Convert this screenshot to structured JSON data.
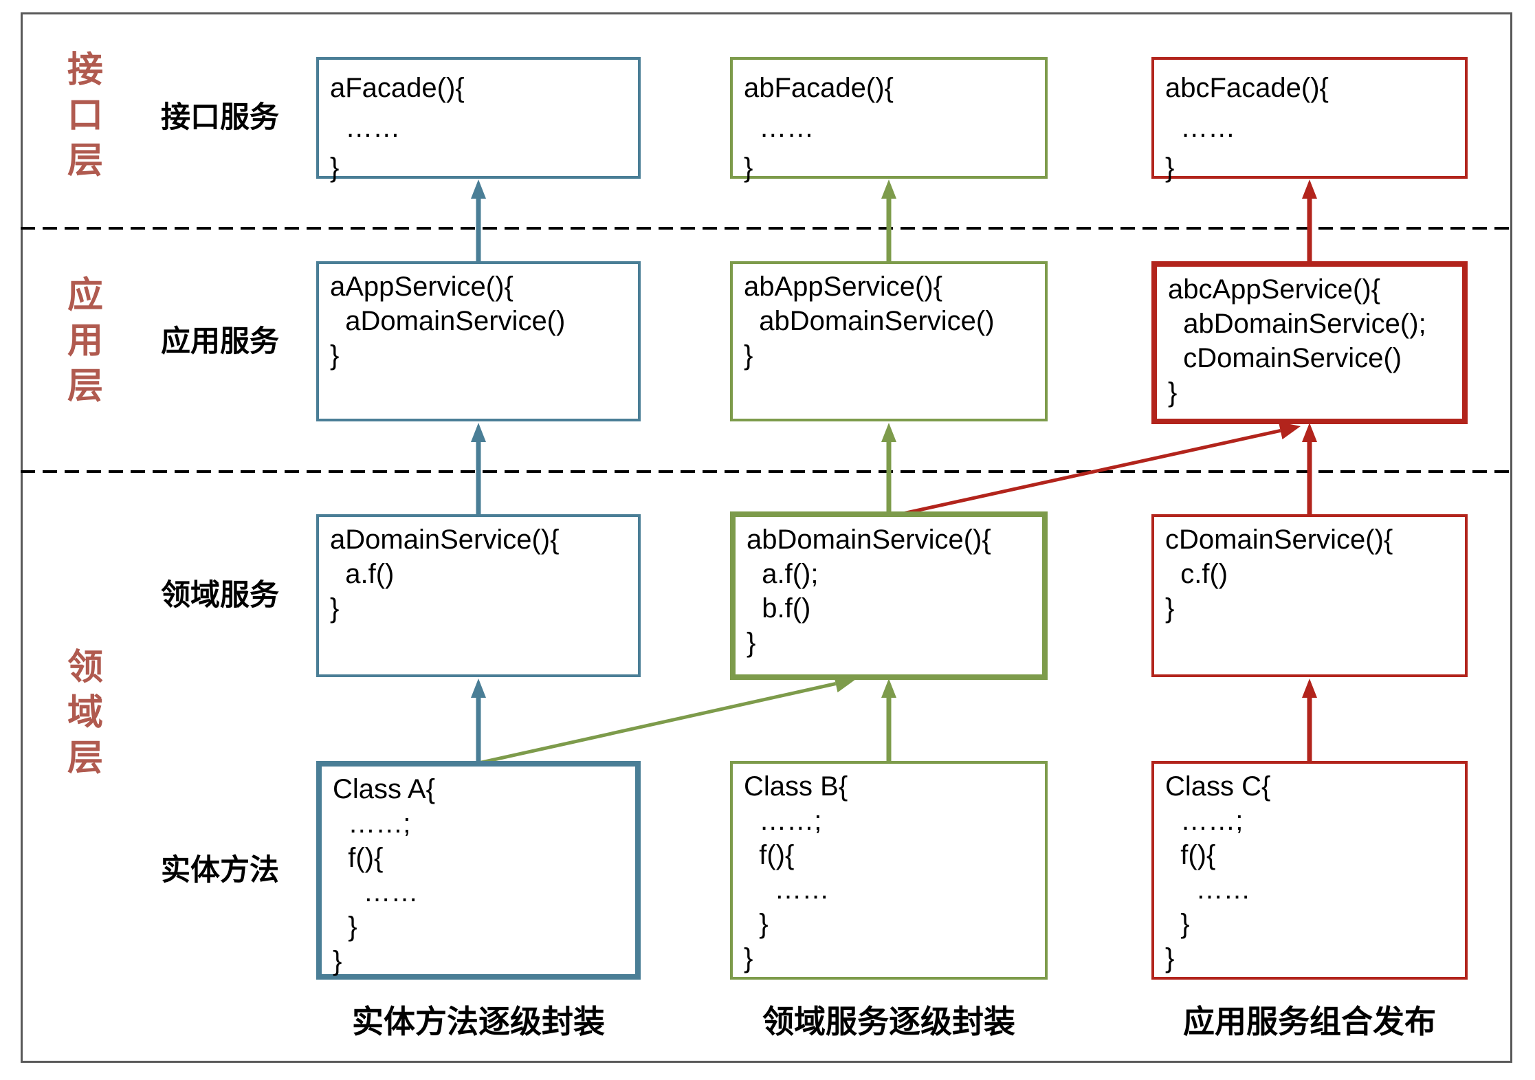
{
  "colors": {
    "teal": "#4a7e96",
    "green": "#7d9b4b",
    "red": "#b2241c",
    "layer_label": "#b05a4f",
    "outer_border": "#595959",
    "text": "#000000"
  },
  "layer_labels": [
    {
      "id": "interface",
      "text": "接\n口\n层"
    },
    {
      "id": "application",
      "text": "应\n用\n层"
    },
    {
      "id": "domain",
      "text": "领\n域\n层"
    }
  ],
  "row_labels": [
    {
      "id": "interface-service",
      "text": "接口服务"
    },
    {
      "id": "application-service",
      "text": "应用服务"
    },
    {
      "id": "domain-service",
      "text": "领域服务"
    },
    {
      "id": "entity-method",
      "text": "实体方法"
    }
  ],
  "boxes": {
    "a_facade": {
      "code": "aFacade(){\n  ……\n}"
    },
    "ab_facade": {
      "code": "abFacade(){\n  ……\n}"
    },
    "abc_facade": {
      "code": "abcFacade(){\n  ……\n}"
    },
    "a_app_service": {
      "code": "aAppService(){\n  aDomainService()\n}"
    },
    "ab_app_service": {
      "code": "abAppService(){\n  abDomainService()\n}"
    },
    "abc_app_service": {
      "code": "abcAppService(){\n  abDomainService();\n  cDomainService()\n}"
    },
    "a_domain_service": {
      "code": "aDomainService(){\n  a.f()\n}"
    },
    "ab_domain_service": {
      "code": "abDomainService(){\n  a.f();\n  b.f()\n}"
    },
    "c_domain_service": {
      "code": "cDomainService(){\n  c.f()\n}"
    },
    "class_a": {
      "code": "Class A{\n  ……;\n  f(){\n    ……\n  }\n}"
    },
    "class_b": {
      "code": "Class B{\n  ……;\n  f(){\n    ……\n  }\n}"
    },
    "class_c": {
      "code": "Class C{\n  ……;\n  f(){\n    ……\n  }\n}"
    }
  },
  "captions": [
    {
      "text": "实体方法逐级封装"
    },
    {
      "text": "领域服务逐级封装"
    },
    {
      "text": "应用服务组合发布"
    }
  ]
}
